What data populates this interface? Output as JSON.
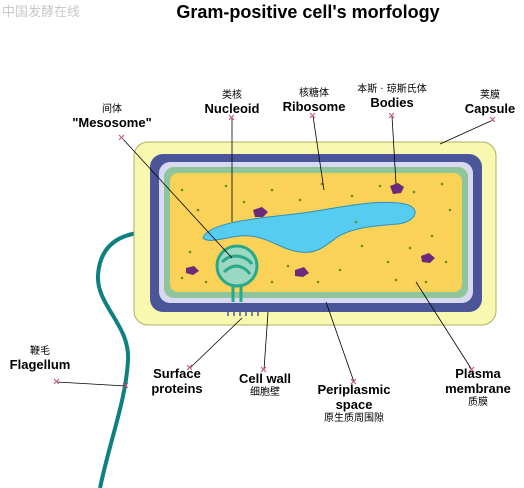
{
  "watermark": "中国发酵在线",
  "title": "Gram-positive cell's morfology",
  "labels": {
    "mesosome": {
      "zh": "间体",
      "en": "\"Mesosome\""
    },
    "nucleoid": {
      "zh": "类核",
      "en": "Nucleoid"
    },
    "ribosome": {
      "zh": "核糖体",
      "en": "Ribosome"
    },
    "bodies": {
      "zh": "本斯 · 琼斯氏体",
      "en": "Bodies"
    },
    "capsule": {
      "zh": "荚膜",
      "en": "Capsule"
    },
    "flagellum": {
      "zh": "鞭毛",
      "en": "Flagellum"
    },
    "surface_proteins": {
      "en1": "Surface",
      "en2": "proteins"
    },
    "cell_wall": {
      "en": "Cell wall",
      "zh": "细胞壁"
    },
    "periplasmic": {
      "en1": "Periplasmic",
      "en2": "space",
      "zh": "原生质周围隙"
    },
    "plasma": {
      "en1": "Plasma",
      "en2": "membrane",
      "zh": "质膜"
    }
  },
  "colors": {
    "capsule": "#f8f8b0",
    "cell_wall": "#4a5699",
    "membrane_band": "#8fc59a",
    "cytoplasm": "#f9d257",
    "nucleoid": "#56cdf0",
    "ribosome": "#6b8e23",
    "bodies": "#6b2a7a",
    "flagellum": "#0f8080",
    "pointer": "#c05080"
  }
}
